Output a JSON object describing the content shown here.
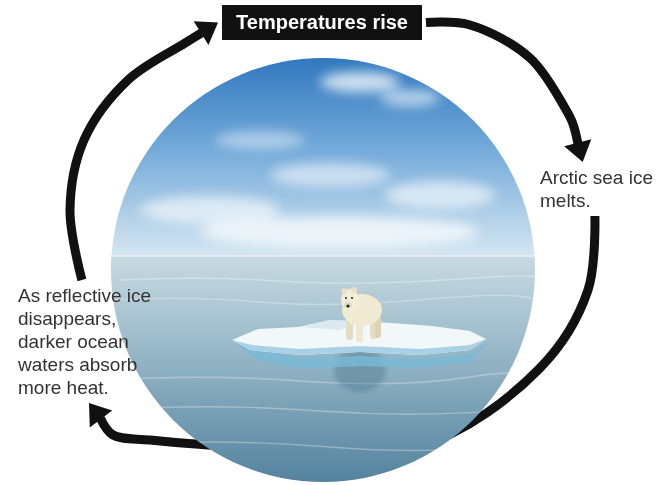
{
  "diagram": {
    "nodes": [
      {
        "text": [
          "Temperatures rise"
        ]
      },
      {
        "text": [
          "Arctic sea ice melts."
        ]
      },
      {
        "text": [
          "As reflective ice disappears, darker ocean waters absorb more heat."
        ]
      }
    ],
    "edges": [
      {
        "from": 0,
        "to": 1,
        "arrow": "to"
      },
      {
        "from": 1,
        "to": 2,
        "arrow": "to"
      },
      {
        "from": 2,
        "to": 0,
        "arrow": "to"
      }
    ]
  }
}
